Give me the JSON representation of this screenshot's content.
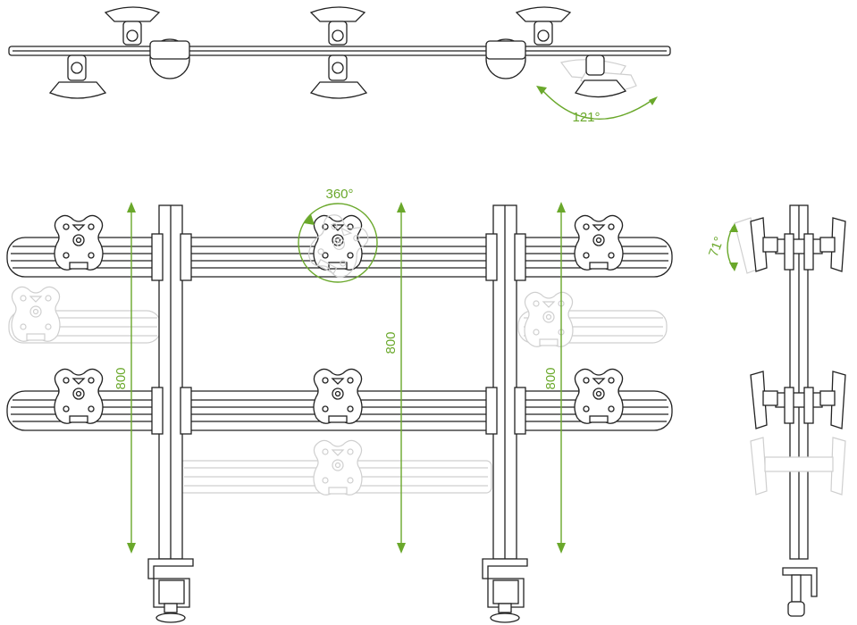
{
  "colors": {
    "line": "#222222",
    "ghost": "#cfcfcf",
    "dimension": "#6aa82b",
    "background": "#ffffff"
  },
  "annotations": {
    "swivel_angle": "121°",
    "rotation_angle": "360°",
    "tilt_angle": "71°",
    "height_left": "800",
    "height_center": "800",
    "height_right": "800"
  }
}
